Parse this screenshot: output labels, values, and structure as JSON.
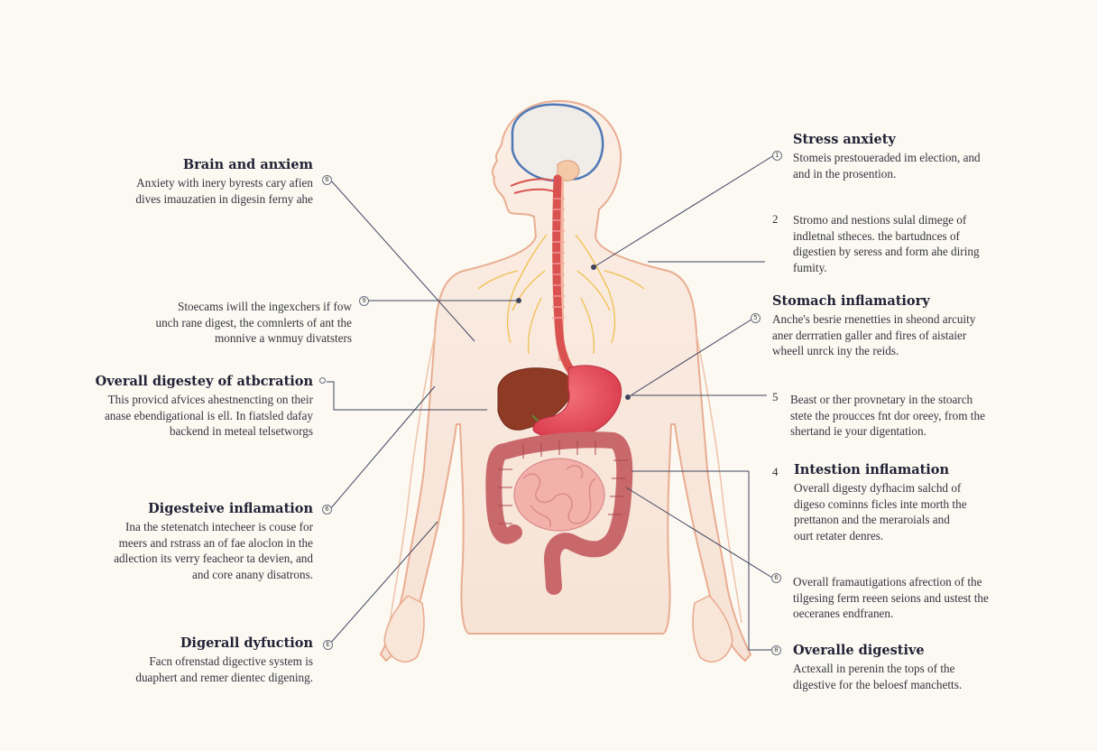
{
  "callouts": {
    "brain": {
      "title": "Brain and anxiem",
      "lines": [
        "Anxiety with inery byrests cary afien",
        "dives imauzatien in digesin ferny ahe"
      ]
    },
    "stomachs_left": {
      "lines": [
        "Stoecams iwill the ingexchers if fow",
        "unch rane digest, the comnlerts of ant the",
        "monnive a wnmuy divatsters"
      ]
    },
    "overall_digestey": {
      "title": "Overall digestey of atbcration",
      "lines": [
        "This provicd afvices ahestnencting on their",
        "anase ebendigational is ell. In fiatsled dafay",
        "backend in meteal telsetworgs"
      ]
    },
    "digesteive": {
      "title": "Digesteive inflamation",
      "lines": [
        "Ina the stetenatch intecheer is couse for",
        "meers and rstrass an of fae aloclon in the",
        "adlection its verry feacheor ta devien, and",
        "and core anany disatrons."
      ]
    },
    "digerall": {
      "title": "Digerall dyfuction",
      "lines": [
        "Facn ofrenstad digective system is",
        "duaphert and remer dientec digening."
      ]
    },
    "stress": {
      "title": "Stress  anxiety",
      "lines": [
        "Stomeis prestoueraded im election, and",
        "and in the prosention."
      ]
    },
    "item2": {
      "number": "2",
      "lines": [
        "Stromo and nestions sulal dimege of",
        "indletnal stheces. the bartudnces of",
        "digestien by seress and form ahe diring",
        "fumity."
      ]
    },
    "stomach_inflam": {
      "title": "Stomach inflamatiory",
      "lines": [
        "Anche's besrie rnenetties in sheond arcuity",
        "aner derrratien galler and fires of aistaier",
        "wheell unrck iny the reids."
      ]
    },
    "item5": {
      "number": "5",
      "lines": [
        "Beast or ther provnetary in the stoarch",
        "stete the proucces fnt dor oreey, from the",
        "shertand ie your digentation."
      ]
    },
    "intestion": {
      "number": "4",
      "title": "Intestion inflamation",
      "lines": [
        "Overall digesty dyfhacim salchd of",
        "digeso cominns ficles inte morth the",
        "prettanon and the meraroials and",
        "ourt retater denres."
      ]
    },
    "overall_fram": {
      "lines": [
        "Overall framautigations afrection of the",
        "tilgesing ferm reeen seions and ustest the",
        "oeceranes endfranen."
      ]
    },
    "overalle": {
      "title": "Overalle digestive",
      "lines": [
        "Actexall in perenin the tops of the",
        "digestive for the beloesf manchetts."
      ]
    }
  },
  "colors": {
    "background": "#fbf9f2",
    "body_outline": "#e9a98d",
    "body_fill": "#f8e6d9",
    "brain": "#f0ece8",
    "brain_outline": "#4f79b6",
    "esophagus": "#d9524f",
    "liver": "#8f3a25",
    "stomach": "#ea4b58",
    "large_intestine": "#c9686b",
    "small_intestine": "#f2b1aa",
    "nerves": "#f0c04c",
    "leader_line": "#3f4560"
  },
  "icons": [
    "callout-marker-icon"
  ]
}
